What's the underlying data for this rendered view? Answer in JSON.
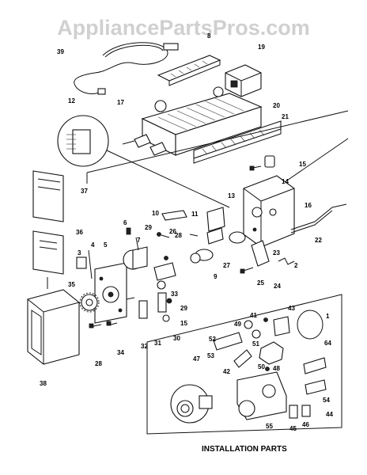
{
  "watermark": "AppliancePartsPros.com",
  "caption": "INSTALLATION PARTS",
  "callouts": [
    "39",
    "8",
    "19",
    "12",
    "17",
    "20",
    "21",
    "15",
    "14",
    "37",
    "13",
    "16",
    "10",
    "11",
    "6",
    "29",
    "7",
    "28",
    "26",
    "22",
    "36",
    "3",
    "4",
    "5",
    "27",
    "9",
    "23",
    "2",
    "25",
    "24",
    "35",
    "33",
    "29",
    "15",
    "41",
    "1",
    "43",
    "49",
    "51",
    "64",
    "52",
    "53",
    "48",
    "50",
    "42",
    "47",
    "34",
    "28",
    "32",
    "31",
    "30",
    "44",
    "54",
    "55",
    "46",
    "45",
    "38"
  ]
}
